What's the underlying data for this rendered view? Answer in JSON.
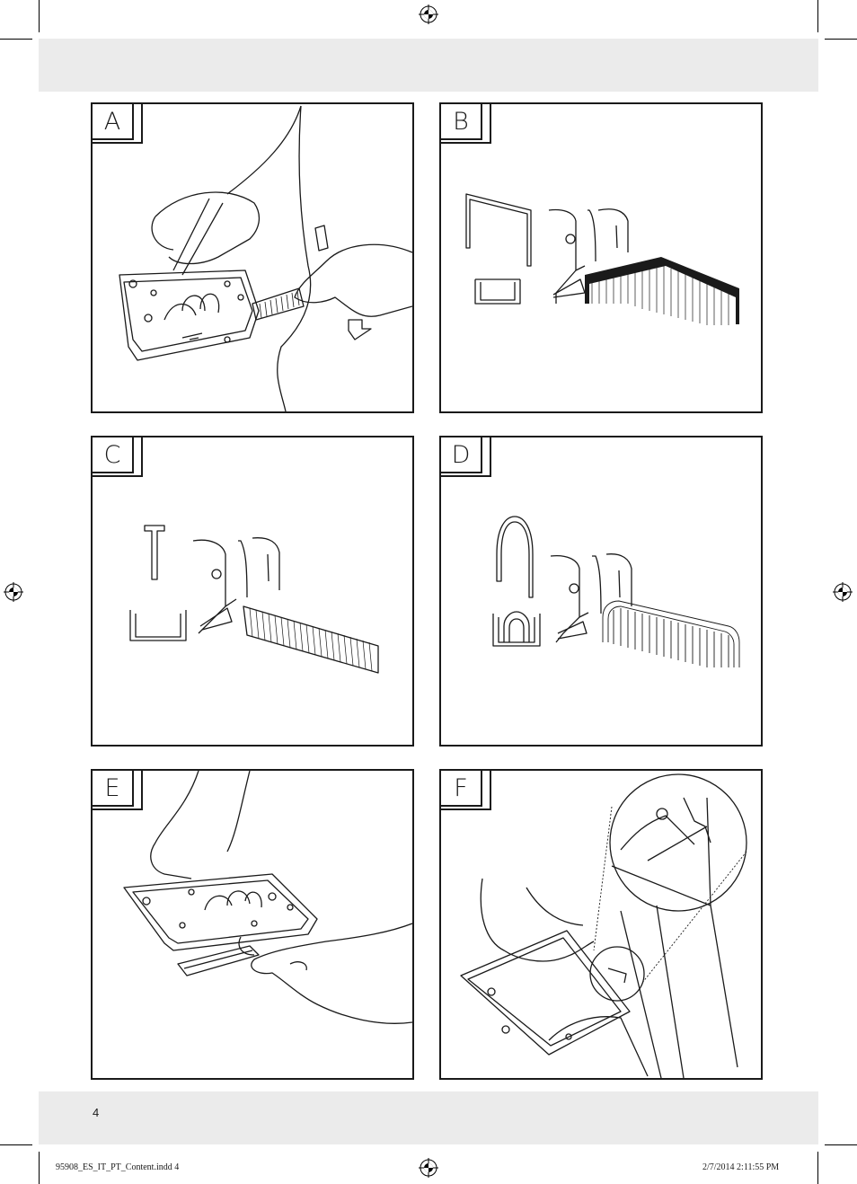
{
  "page": {
    "page_number": "4",
    "slug_file": "95908_ES_IT_PT_Content.indd   4",
    "slug_timestamp": "2/7/2014   2:11:55 PM"
  },
  "panels": [
    {
      "label": "A",
      "depicts": "hand pulling staple strip out of the magazine"
    },
    {
      "label": "B",
      "depicts": "flat staple type with magazine"
    },
    {
      "label": "C",
      "depicts": "brad nail type with magazine"
    },
    {
      "label": "D",
      "depicts": "round cable staple type with magazine"
    },
    {
      "label": "E",
      "depicts": "inserting staples into the magazine"
    },
    {
      "label": "F",
      "depicts": "detail of pressing the stapler against the surface"
    }
  ],
  "colors": {
    "band": "#ebebeb",
    "line": "#1a1a1a"
  }
}
